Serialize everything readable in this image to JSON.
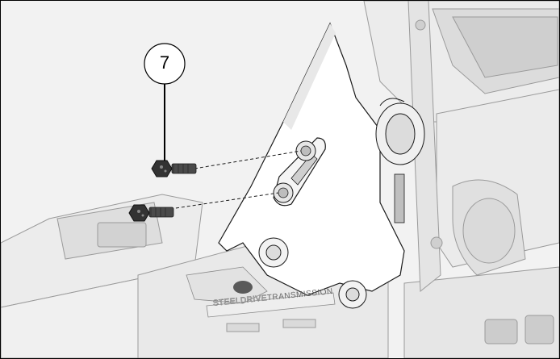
{
  "callout": {
    "number": "7"
  },
  "embossed_label": {
    "prefix": "STEELDRIVE",
    "suffix": "TRANSMISSION"
  },
  "colors": {
    "line": "#1a1a1a",
    "bolt": "#3a3a3a",
    "panel": "#ffffff",
    "shade_light": "#e4e4e4",
    "shade_mid": "#cfcfcf",
    "shade_dark": "#9a9a9a"
  }
}
